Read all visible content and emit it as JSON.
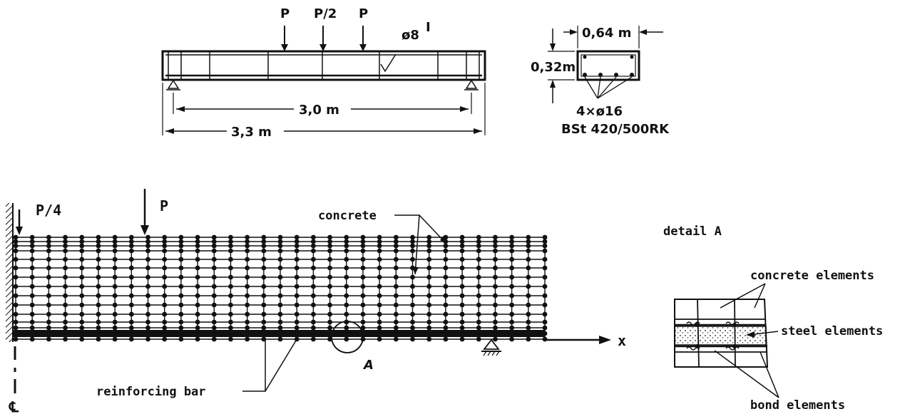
{
  "colors": {
    "ink": "#111111",
    "background": "#ffffff"
  },
  "beam_sketch": {
    "load_left": "P",
    "load_mid": "P/2",
    "load_right": "P",
    "stirrup_label": "ø8",
    "stirrup_superscript": "I",
    "span_inner": "3,0 m",
    "span_outer": "3,3 m"
  },
  "cross_section": {
    "width_label": "0,64 m",
    "height_label": "0,32m",
    "bars_label": "4×ø16",
    "steel_grade": "BSt 420/500RK"
  },
  "fe_model": {
    "load_quarter": "P/4",
    "load_point": "P",
    "concrete_label": "concrete",
    "rebar_label": "reinforcing bar",
    "detail_marker": "A",
    "axis_label": "x",
    "centerline_label": "℄"
  },
  "detail": {
    "title": "detail A",
    "concrete_label": "concrete elements",
    "steel_label": "steel elements",
    "bond_label": "bond elements"
  }
}
